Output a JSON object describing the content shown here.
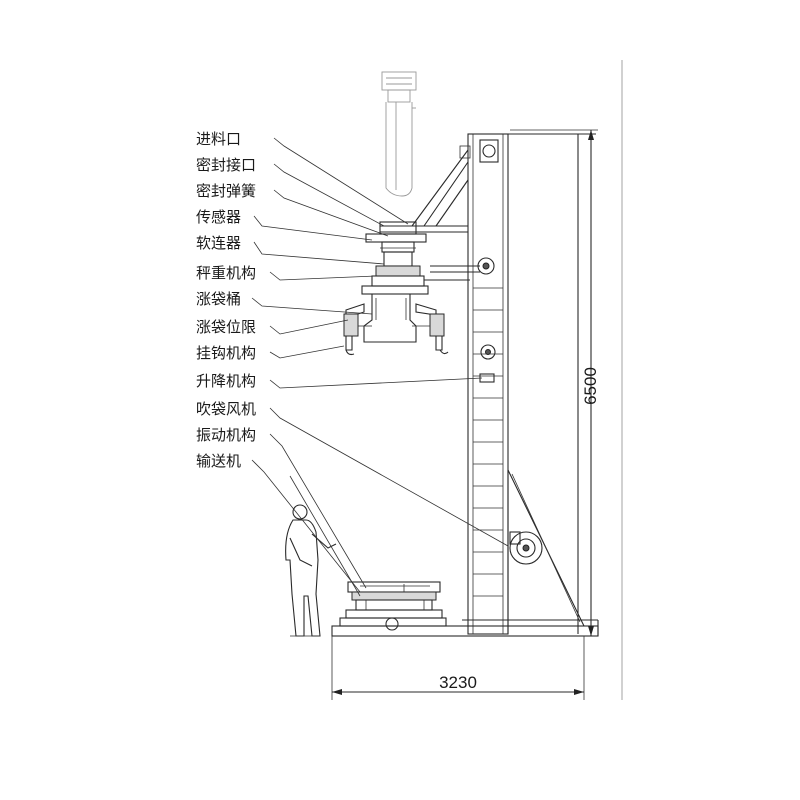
{
  "labels": [
    {
      "id": "feed-inlet",
      "text": "进料口"
    },
    {
      "id": "seal-interface",
      "text": "密封接口"
    },
    {
      "id": "seal-spring",
      "text": "密封弹簧"
    },
    {
      "id": "sensor",
      "text": "传感器"
    },
    {
      "id": "soft-connector",
      "text": "软连器"
    },
    {
      "id": "weighing-mechanism",
      "text": "秤重机构"
    },
    {
      "id": "bag-expansion-barrel",
      "text": "涨袋桶"
    },
    {
      "id": "bag-limit",
      "text": "涨袋位限"
    },
    {
      "id": "hook-mechanism",
      "text": "挂钩机构"
    },
    {
      "id": "lifting-mechanism",
      "text": "升降机构"
    },
    {
      "id": "bag-blower",
      "text": "吹袋风机"
    },
    {
      "id": "vibration-mechanism",
      "text": "振动机构"
    },
    {
      "id": "conveyor",
      "text": "输送机"
    }
  ],
  "dimensions": {
    "height": "6500",
    "width": "3230"
  }
}
